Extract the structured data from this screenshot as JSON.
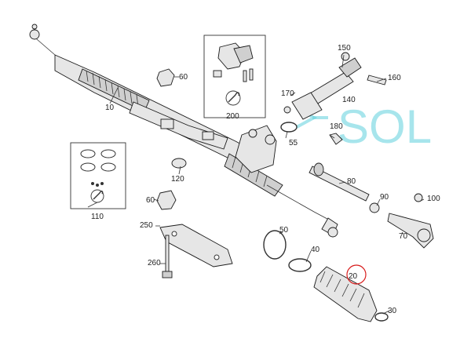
{
  "diagram": {
    "watermark": {
      "text": "SOL",
      "color": "#5fd0dc"
    },
    "highlight_color": "#d81b1b",
    "highlighted_part": "20",
    "part_numbers": [
      "10",
      "20",
      "30",
      "40",
      "50",
      "55",
      "60",
      "60",
      "70",
      "80",
      "90",
      "100",
      "110",
      "120",
      "140",
      "150",
      "160",
      "170",
      "180",
      "200",
      "250",
      "260"
    ],
    "icons": [
      "wrench-icon",
      "wrench-icon"
    ]
  }
}
